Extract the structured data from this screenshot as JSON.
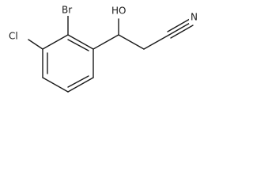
{
  "molecule": {
    "labels": {
      "br": "Br",
      "cl": "Cl",
      "oh": "HO",
      "n": "N"
    }
  }
}
